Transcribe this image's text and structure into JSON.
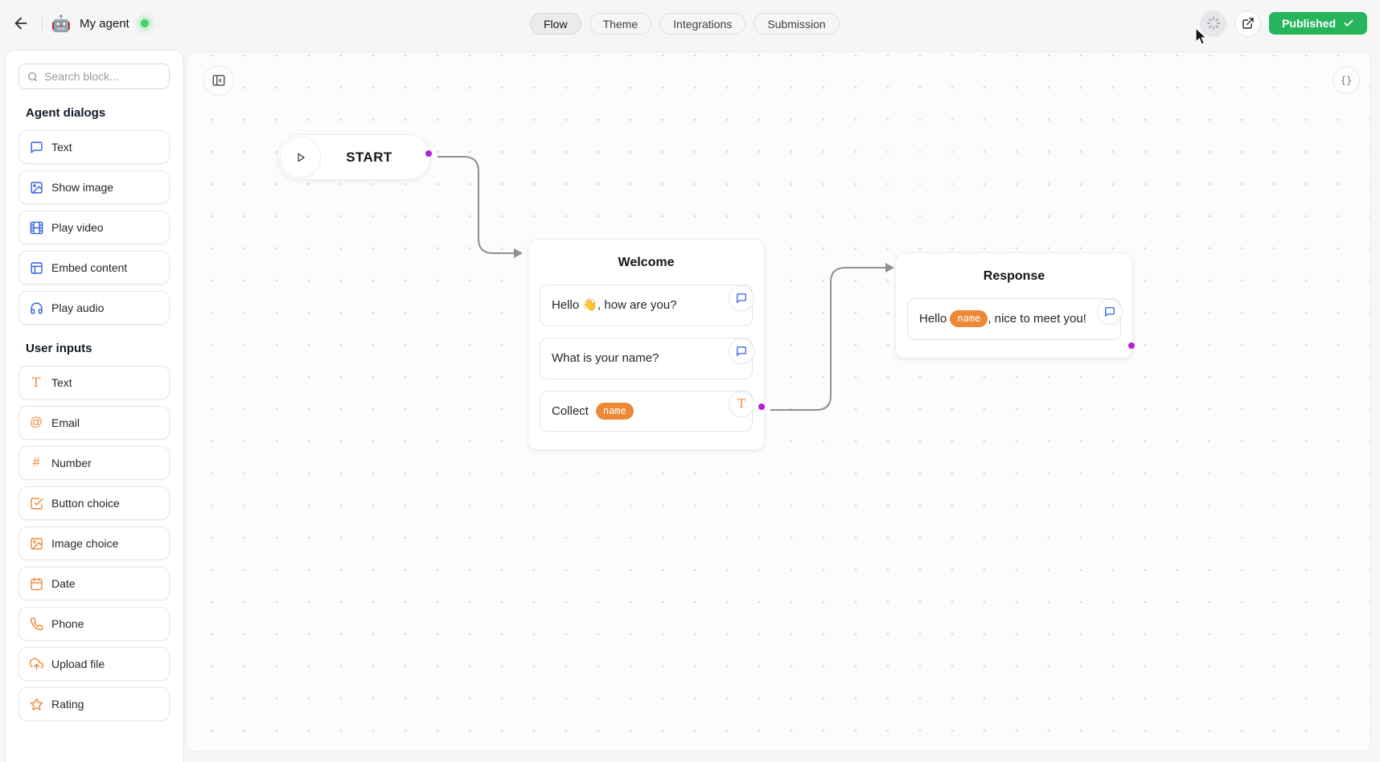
{
  "header": {
    "back_label": "Back",
    "avatar_emoji": "🤖",
    "agent_name": "My agent",
    "status": "online",
    "tabs": [
      {
        "label": "Flow",
        "active": true
      },
      {
        "label": "Theme",
        "active": false
      },
      {
        "label": "Integrations",
        "active": false
      },
      {
        "label": "Submission",
        "active": false
      }
    ],
    "publish_button": {
      "label": "Published",
      "state": "published"
    }
  },
  "sidebar": {
    "search_placeholder": "Search block...",
    "sections": [
      {
        "title": "Agent dialogs",
        "accent_color": "#3262de",
        "items": [
          {
            "label": "Text",
            "icon": "chat-bubble-icon"
          },
          {
            "label": "Show image",
            "icon": "image-icon"
          },
          {
            "label": "Play video",
            "icon": "film-icon"
          },
          {
            "label": "Embed content",
            "icon": "layout-icon"
          },
          {
            "label": "Play audio",
            "icon": "headphones-icon"
          }
        ]
      },
      {
        "title": "User inputs",
        "accent_color": "#ED8936",
        "items": [
          {
            "label": "Text",
            "icon": "text-t-icon",
            "glyph": "T"
          },
          {
            "label": "Email",
            "icon": "at-sign-icon",
            "glyph": "@"
          },
          {
            "label": "Number",
            "icon": "hash-icon",
            "glyph": "#"
          },
          {
            "label": "Button choice",
            "icon": "check-square-icon"
          },
          {
            "label": "Image choice",
            "icon": "image-icon"
          },
          {
            "label": "Date",
            "icon": "calendar-icon"
          },
          {
            "label": "Phone",
            "icon": "phone-icon"
          },
          {
            "label": "Upload file",
            "icon": "upload-cloud-icon"
          },
          {
            "label": "Rating",
            "icon": "star-icon"
          }
        ]
      }
    ]
  },
  "canvas": {
    "collapse_button_icon": "panel-collapse-icon",
    "code_button_label": "{}",
    "start_node": {
      "label": "START"
    },
    "welcome_node": {
      "title": "Welcome",
      "blocks": [
        {
          "type": "text",
          "text": "Hello 👋, how are you?"
        },
        {
          "type": "text",
          "text": "What is your name?"
        },
        {
          "type": "collect",
          "label": "Collect",
          "variable": "name"
        }
      ]
    },
    "response_node": {
      "title": "Response",
      "block": {
        "prefix": "Hello",
        "variable": "name",
        "suffix": ", nice to meet you!"
      }
    }
  },
  "colors": {
    "accent_blue": "#3262de",
    "accent_orange": "#ED8936",
    "published_green": "#27b55c",
    "status_green": "#43d269",
    "connector_purple": "#b41fd4",
    "edge_gray": "#8f9096",
    "canvas_dot_gray": "#d8d8dc"
  }
}
